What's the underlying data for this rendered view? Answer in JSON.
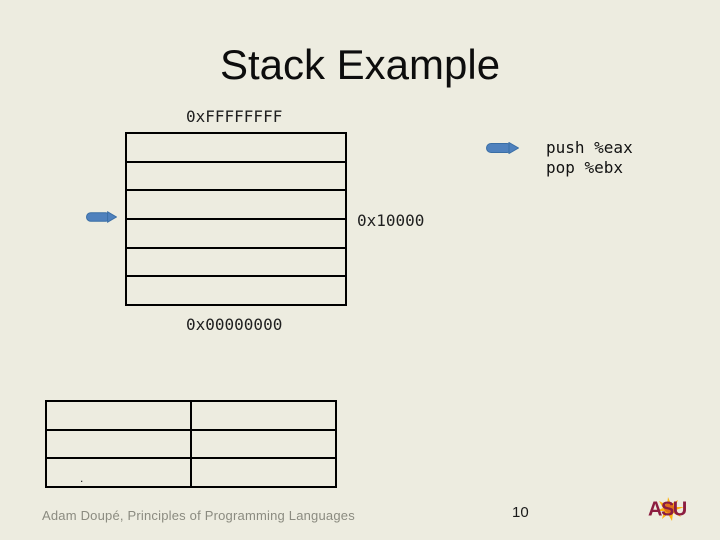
{
  "slide": {
    "title": "Stack Example"
  },
  "memory_diagram": {
    "top_address": "0xFFFFFFFF",
    "pointer_address": "0x10000",
    "bottom_address": "0x00000000",
    "rows": [
      "",
      "",
      "",
      "",
      "",
      ""
    ]
  },
  "code": {
    "line1": "push %eax",
    "line2": "pop %ebx"
  },
  "bottom_table": {
    "rows": [
      {
        "cells": [
          "",
          ""
        ]
      },
      {
        "cells": [
          "",
          ""
        ]
      },
      {
        "cells": [
          ".",
          ""
        ]
      }
    ]
  },
  "footer": {
    "author": "Adam Doupé, Principles of Programming Languages",
    "page_number": "10"
  },
  "logo": {
    "text": "ASU",
    "maroon": "#8C1D40",
    "gold": "#FFB310"
  },
  "colors": {
    "background": "#EDECE0",
    "arrow_fill": "#4F81BD",
    "arrow_stroke": "#3A6EA5",
    "label_text": "#1F1F1F",
    "footer_text": "#8B8B80"
  }
}
